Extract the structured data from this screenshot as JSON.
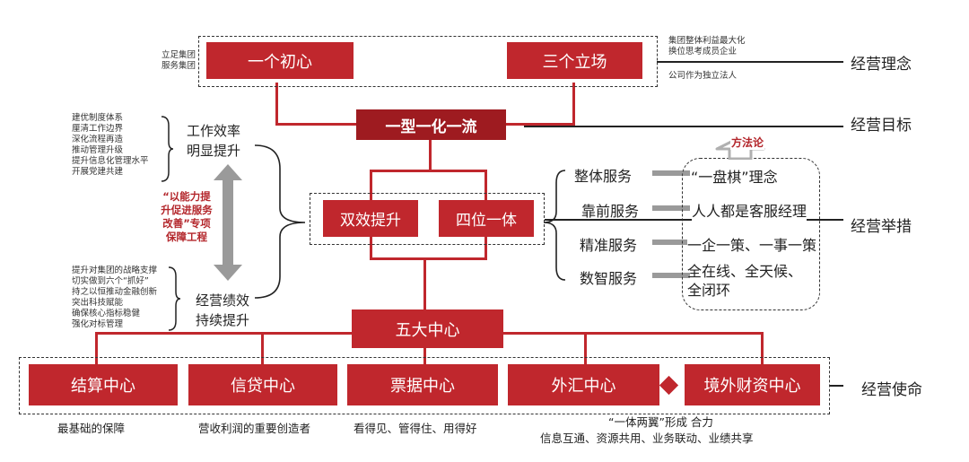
{
  "top": {
    "left_note": [
      "立足集团",
      "服务集团"
    ],
    "box1": "一个初心",
    "box2": "三个立场",
    "right_note_top": [
      "集团整体利益最大化",
      "换位思考成员企业"
    ],
    "right_note_bottom": "公司作为独立法人",
    "label": "经营理念"
  },
  "goal": {
    "box": "一型一化一流",
    "label": "经营目标"
  },
  "left": {
    "efficiency_notes": [
      "建优制度体系",
      "厘清工作边界",
      "深化流程再造",
      "推动管理升级",
      "提升信息化管理水平",
      "开展党建共建"
    ],
    "efficiency": [
      "工作效率",
      "明显提升"
    ],
    "project": [
      "“以能力提",
      "升促进服务",
      "改善”专项",
      "保障工程"
    ],
    "performance_notes": [
      "提升对集团的战略支撑",
      "切实做到六个“抓好”",
      "持之以恒推动金融创新",
      "突出科技赋能",
      "确保核心指标稳健",
      "强化对标管理"
    ],
    "performance": [
      "经营绩效",
      "持续提升"
    ]
  },
  "middle": {
    "box1": "双效提升",
    "box2": "四位一体"
  },
  "services": {
    "items": [
      {
        "name": "整体服务",
        "desc": [
          "“一盘棋”理念"
        ]
      },
      {
        "name": "靠前服务",
        "desc": [
          "人人都是客服经理"
        ]
      },
      {
        "name": "精准服务",
        "desc": [
          "一企一策、一事一策"
        ]
      },
      {
        "name": "数智服务",
        "desc": [
          "全在线、全天候、",
          "全闭环"
        ]
      }
    ],
    "method": "方法论",
    "label": "经营举措"
  },
  "five": {
    "box": "五大中心"
  },
  "centers": {
    "items": [
      "结算中心",
      "信贷中心",
      "票据中心",
      "外汇中心",
      "境外财资中心"
    ],
    "captions": [
      "最基础的保障",
      "营收利润的重要创造者",
      "看得见、管得住、用得好"
    ],
    "caption_wing": [
      "“一体两翼”形成 合力",
      "信息互通、资源共用、业务联动、业绩共享"
    ],
    "label": "经营使命"
  },
  "colors": {
    "red": "#c0272d",
    "dark_red": "#9e1b20",
    "arrow_gray": "#9a9a9a"
  }
}
